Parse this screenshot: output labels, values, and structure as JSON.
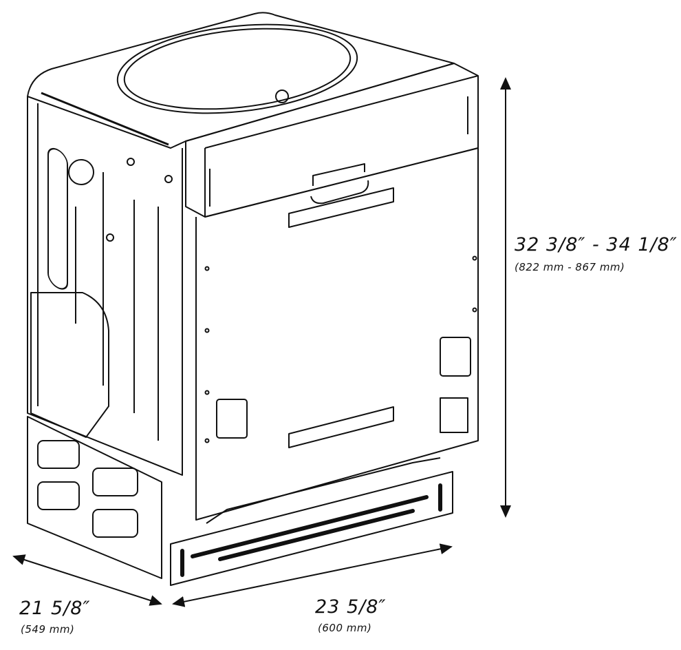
{
  "dimensions": {
    "height": {
      "imperial": "32 3/8″ - 34 1/8″",
      "metric": "(822 mm - 867 mm)"
    },
    "depth": {
      "imperial": "21 5/8″",
      "metric": "(549 mm)"
    },
    "width": {
      "imperial": "23 5/8″",
      "metric": "(600 mm)"
    }
  },
  "colors": {
    "line": "#111111",
    "background": "#ffffff"
  }
}
